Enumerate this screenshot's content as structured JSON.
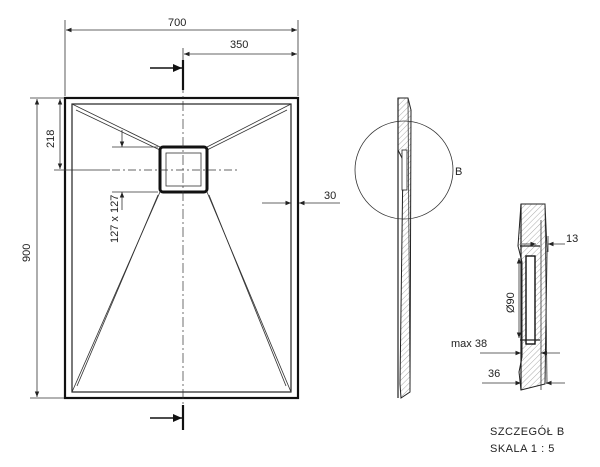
{
  "dimensions": {
    "overall_width": "700",
    "half_width": "350",
    "drain_offset": "218",
    "overall_length": "900",
    "drain_size": "127 x 127",
    "rim_width": "30",
    "detail_13": "13",
    "detail_diameter": "Ø90",
    "detail_max": "max 38",
    "detail_36": "36"
  },
  "labels": {
    "detail_callout": "B",
    "detail_title": "SZCZEGÓŁ B",
    "detail_scale": "SKALA 1 : 5"
  }
}
